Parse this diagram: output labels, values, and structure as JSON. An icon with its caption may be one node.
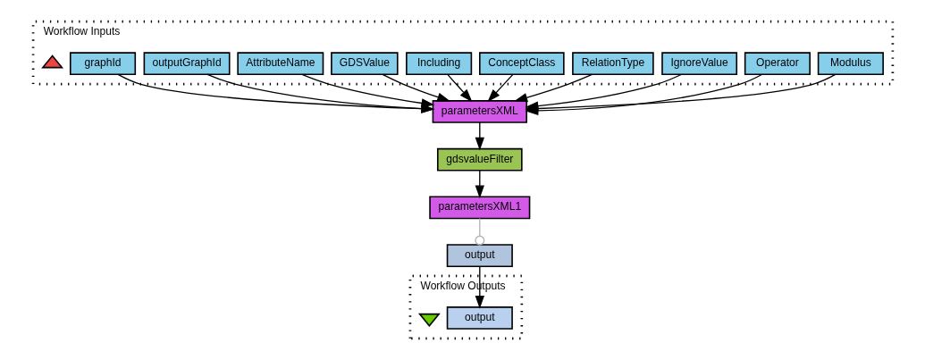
{
  "diagram": {
    "nodes": [
      {
        "text": [
          "Workflow Inputs"
        ]
      },
      {
        "text": [
          "Modulus"
        ],
        "in": 0
      },
      {
        "text": [
          "Operator"
        ],
        "in": 0
      },
      {
        "text": [
          "IgnoreValue"
        ],
        "in": 0
      },
      {
        "text": [
          "RelationType"
        ],
        "in": 0
      },
      {
        "text": [
          "ConceptClass"
        ],
        "in": 0
      },
      {
        "text": [
          "Including"
        ],
        "in": 0
      },
      {
        "text": [
          "GDSValue"
        ],
        "in": 0
      },
      {
        "text": [
          "AttributeName"
        ],
        "in": 0
      },
      {
        "text": [
          "outputGraphId"
        ],
        "in": 0
      },
      {
        "text": [
          "graphId"
        ],
        "in": 0
      },
      {
        "text": [],
        "shape": "triangle",
        "in": 0
      },
      {
        "text": [
          "parametersXML"
        ]
      },
      {
        "text": [
          "gdsvalueFilter"
        ]
      },
      {
        "text": [
          "parametersXML1"
        ]
      },
      {
        "text": [
          "output"
        ]
      },
      {
        "text": [
          "Workflow Outputs"
        ]
      },
      {
        "text": [
          "output"
        ],
        "in": 16
      },
      {
        "text": [],
        "shape": "triangle",
        "in": 16
      }
    ],
    "edges": [
      {
        "from": 1,
        "to": 12,
        "arrow": "to"
      },
      {
        "from": 2,
        "to": 12,
        "arrow": "to"
      },
      {
        "from": 3,
        "to": 12,
        "arrow": "to"
      },
      {
        "from": 4,
        "to": 12,
        "arrow": "to"
      },
      {
        "from": 5,
        "to": 12,
        "arrow": "to"
      },
      {
        "from": 6,
        "to": 12,
        "arrow": "to"
      },
      {
        "from": 7,
        "to": 12,
        "arrow": "to"
      },
      {
        "from": 8,
        "to": 12,
        "arrow": "to"
      },
      {
        "from": 9,
        "to": 12,
        "arrow": "to"
      },
      {
        "from": 10,
        "to": 12,
        "arrow": "to"
      },
      {
        "from": 12,
        "to": 13,
        "arrow": "to"
      },
      {
        "from": 13,
        "to": 14,
        "arrow": "to"
      },
      {
        "from": 14,
        "to": 15,
        "arrow": "other",
        "color": "#b3b3b3"
      },
      {
        "from": 15,
        "to": 17,
        "arrow": "to"
      }
    ]
  }
}
